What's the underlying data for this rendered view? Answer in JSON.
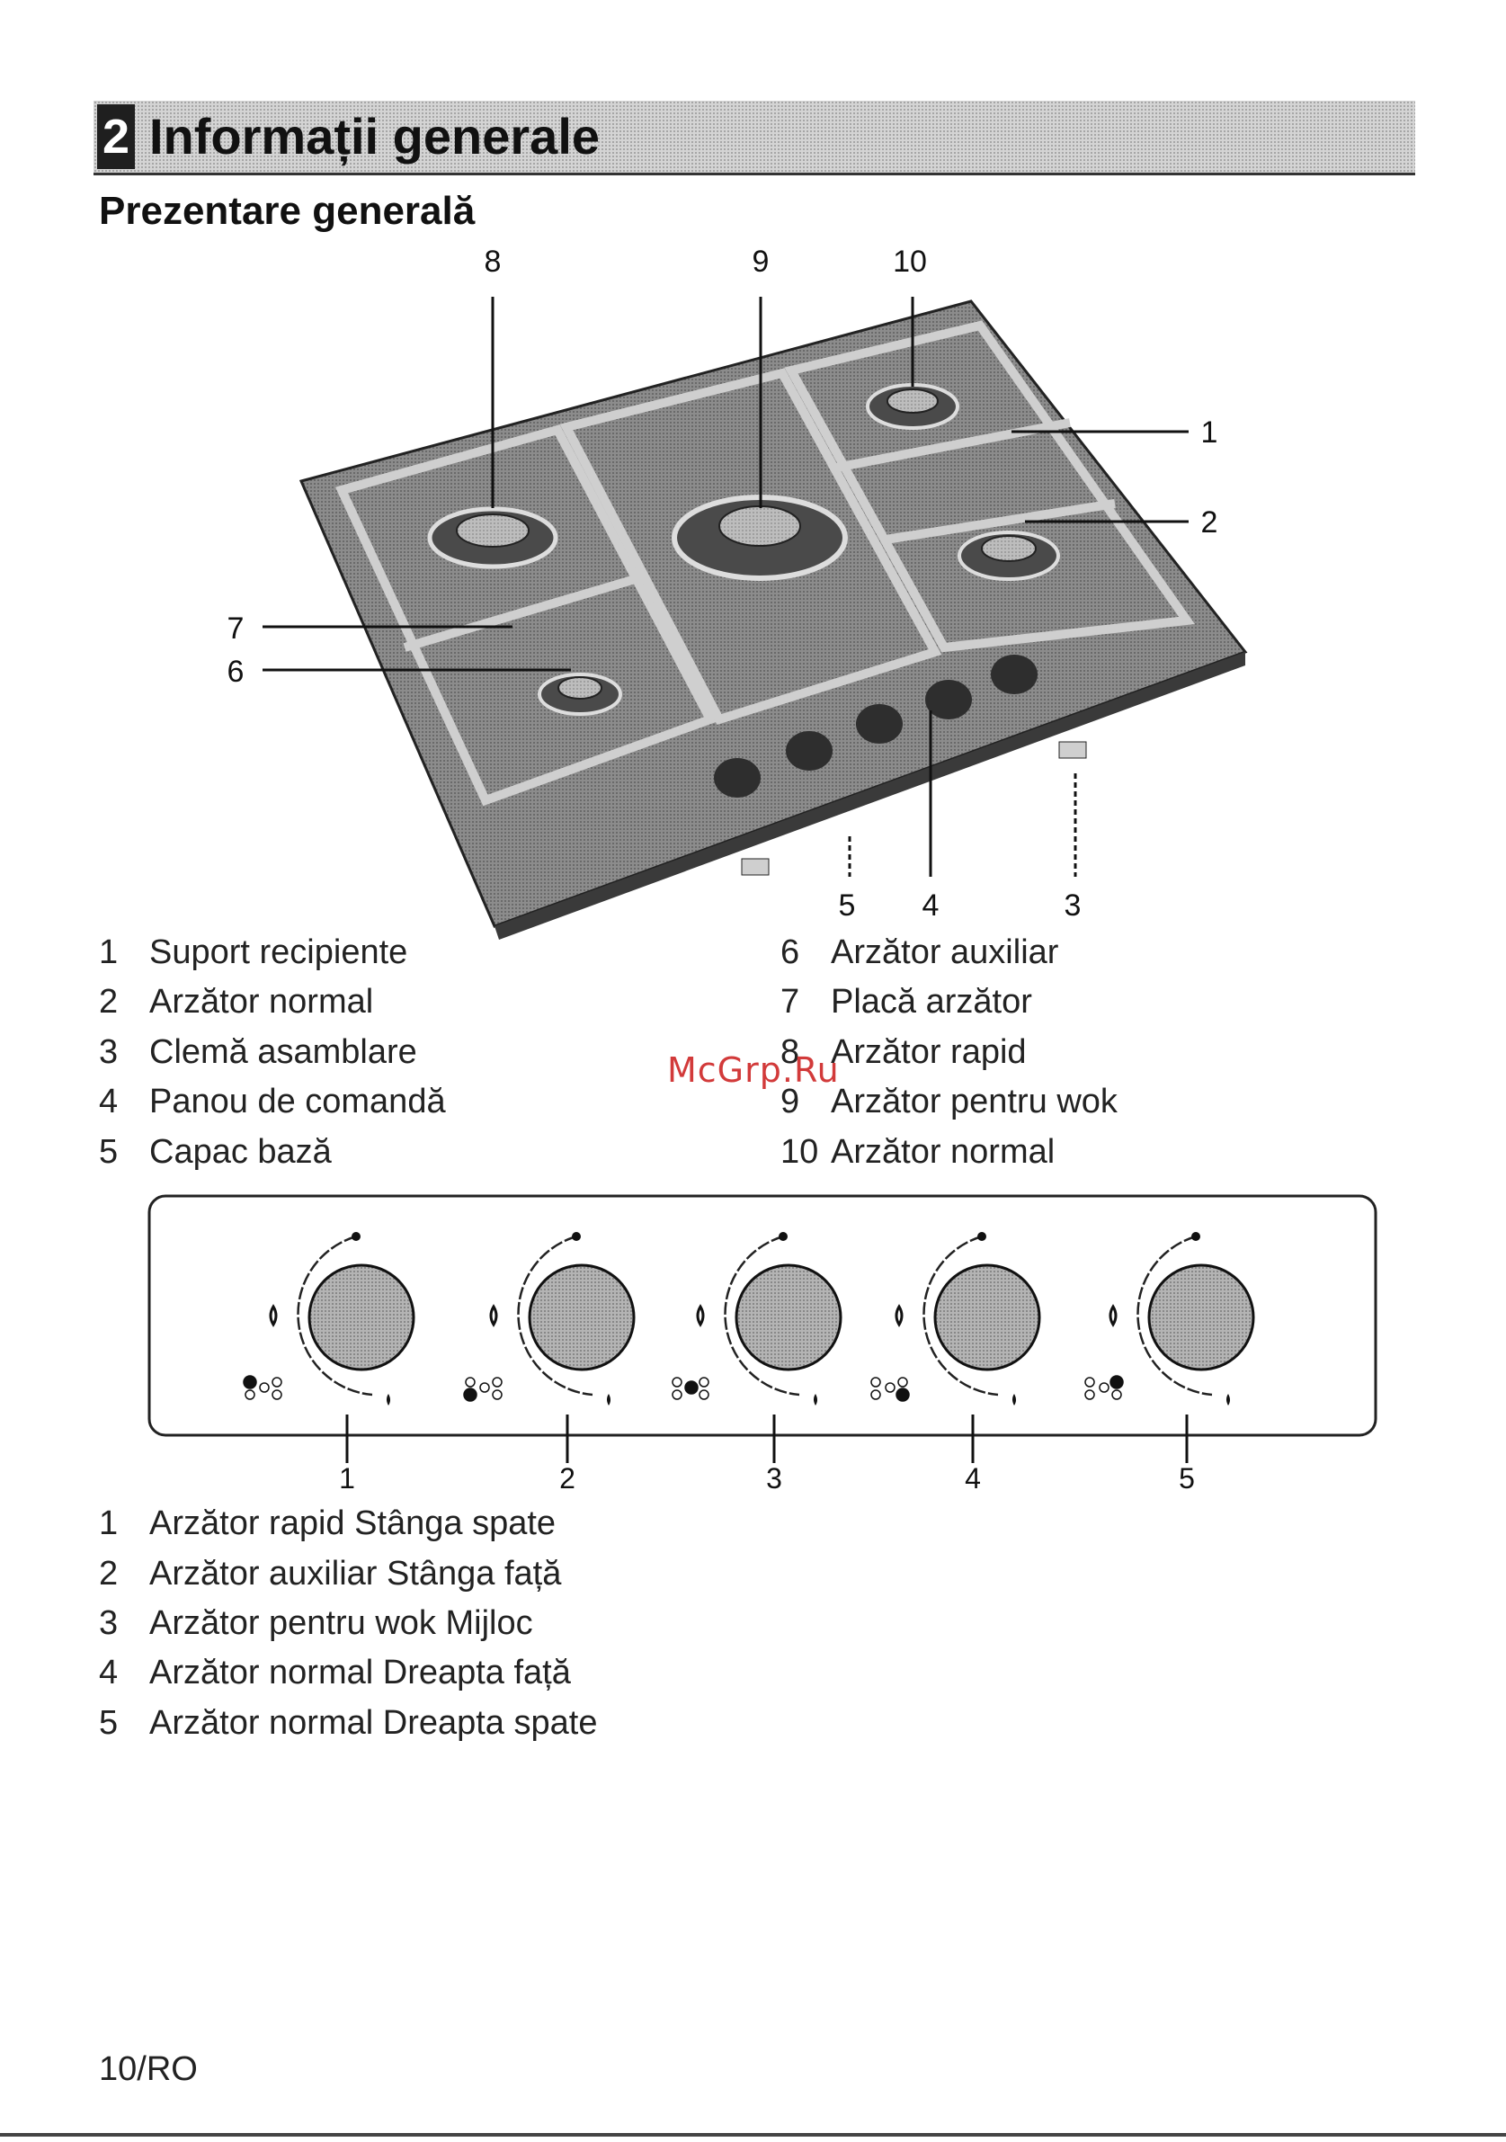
{
  "header": {
    "section_number": "2",
    "title": "Informații generale"
  },
  "subtitle": "Prezentare generală",
  "hob_callouts": [
    "8",
    "9",
    "10",
    "1",
    "2",
    "7",
    "6",
    "5",
    "4",
    "3"
  ],
  "legend_left": [
    {
      "num": "1",
      "text": "Suport recipiente"
    },
    {
      "num": "2",
      "text": "Arzător normal"
    },
    {
      "num": "3",
      "text": "Clemă asamblare"
    },
    {
      "num": "4",
      "text": "Panou de comandă"
    },
    {
      "num": "5",
      "text": "Capac bază"
    }
  ],
  "legend_right": [
    {
      "num": "6",
      "text": "Arzător auxiliar"
    },
    {
      "num": "7",
      "text": "Placă arzător"
    },
    {
      "num": "8",
      "text": "Arzător rapid"
    },
    {
      "num": "9",
      "text": "Arzător pentru wok"
    },
    {
      "num": "10",
      "text": "Arzător normal"
    }
  ],
  "watermark": "McGrp.Ru",
  "knob_labels": [
    "1",
    "2",
    "3",
    "4",
    "5"
  ],
  "knob_legend": [
    {
      "num": "1",
      "text": "Arzător rapid Stânga spate"
    },
    {
      "num": "2",
      "text": "Arzător auxiliar Stânga față"
    },
    {
      "num": "3",
      "text": "Arzător pentru wok Mijloc"
    },
    {
      "num": "4",
      "text": "Arzător normal Dreapta față"
    },
    {
      "num": "5",
      "text": "Arzător normal Dreapta spate"
    }
  ],
  "footer": "10/RO"
}
